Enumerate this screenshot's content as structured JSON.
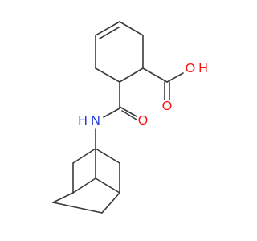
{
  "atoms": {
    "oxygen_hydroxyl": "O",
    "hydrogen_hydroxyl": "H",
    "oxygen_carbonyl": "O",
    "amide_nitrogen": "N",
    "amide_hydrogen": "H"
  },
  "colors": {
    "bond": "#3a3a3a",
    "oxygen": "#ff0d0d",
    "nitrogen": "#1f3bdb",
    "background": "#ffffff"
  }
}
